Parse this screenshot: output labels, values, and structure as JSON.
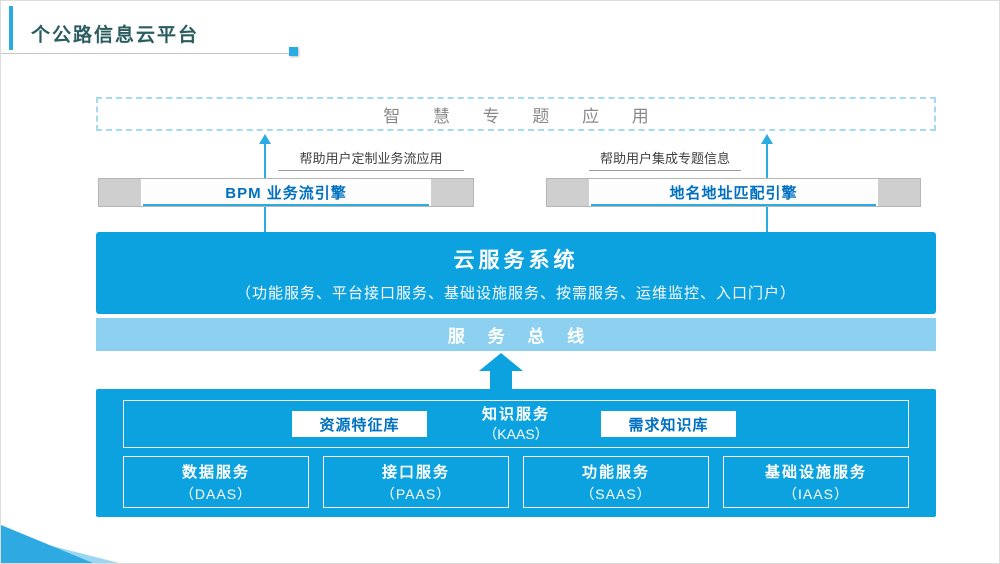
{
  "slide": {
    "title": "个公路信息云平台"
  },
  "colors": {
    "primary_blue": "#0ca2e0",
    "bus_light_blue": "#8ed0f0",
    "accent_blue": "#2aabe2",
    "engine_text_blue": "#0070c0",
    "muted_gray_text": "#8a8a8a"
  },
  "diagram": {
    "top_app": {
      "label": "智 慧 专 题 应 用"
    },
    "arrows": [
      {
        "label": "帮助用户定制业务流应用"
      },
      {
        "label": "帮助用户集成专题信息"
      }
    ],
    "engines": [
      {
        "label": "BPM 业务流引擎"
      },
      {
        "label": "地名地址匹配引擎"
      }
    ],
    "cloud_system": {
      "title": "云服务系统",
      "subtitle": "（功能服务、平台接口服务、基础设施服务、按需服务、运维监控、入口门户）"
    },
    "service_bus": {
      "label": "服 务 总 线"
    },
    "platform": {
      "kaas": {
        "name": "知识服务",
        "abbr": "（KAAS）"
      },
      "side_boxes": [
        {
          "label": "资源特征库"
        },
        {
          "label": "需求知识库"
        }
      ],
      "services": [
        {
          "name": "数据服务",
          "abbr": "（DAAS）"
        },
        {
          "name": "接口服务",
          "abbr": "（PAAS）"
        },
        {
          "name": "功能服务",
          "abbr": "（SAAS）"
        },
        {
          "name": "基础设施服务",
          "abbr": "（IAAS）"
        }
      ]
    }
  }
}
